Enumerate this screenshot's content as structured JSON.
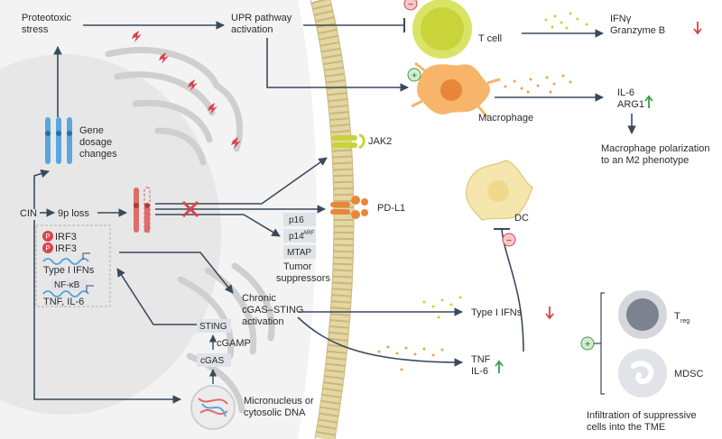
{
  "labels": {
    "proteotoxic_1": "Proteotoxic",
    "proteotoxic_2": "stress",
    "upr_1": "UPR pathway",
    "upr_2": "activation",
    "t_cell": "T cell",
    "ifng": "IFNγ",
    "granzyme": "Granzyme B",
    "il6_top": "IL-6",
    "arg1": "ARG1",
    "macrophage": "Macrophage",
    "m2_1": "Macrophage polarization",
    "m2_2": "to an M2 phenotype",
    "gene_1": "Gene",
    "gene_2": "dosage",
    "gene_3": "changes",
    "jak2": "JAK2",
    "cin": "CIN",
    "ninep": "9p loss",
    "pdl1": "PD-L1",
    "dc": "DC",
    "p16": "p16",
    "p14": "p14",
    "p14_sup": "ARF",
    "mtap": "MTAP",
    "tumor_1": "Tumor",
    "tumor_2": "suppressors",
    "irf3_a": "IRF3",
    "irf3_b": "IRF3",
    "type1_box": "Type I IFNs",
    "nfkb": "NF-κB",
    "tnf_box": "TNF, IL-6",
    "chronic_1": "Chronic",
    "chronic_2": "cGAS–STING",
    "chronic_3": "activation",
    "sting": "STING",
    "cgamp": "cGAMP",
    "cgas": "cGAS",
    "micronucleus_1": "Micronucleus or",
    "micronucleus_2": "cytosolic DNA",
    "type1_right": "Type I IFNs",
    "tnf_right": "TNF",
    "il6_right": "IL-6",
    "treg": "T",
    "treg_sub": "reg",
    "mdsc": "MDSC",
    "infiltration_1": "Infiltration of suppressive",
    "infiltration_2": "cells into the TME",
    "p_badge_1": "P",
    "p_badge_2": "P",
    "minus_tcell": "−",
    "plus_macrophage": "+",
    "minus_dc": "−",
    "plus_suppressive": "+"
  },
  "colors": {
    "arrow": "#3a4a5c",
    "tcell": "#c9d93a",
    "macrophage": "#f0a050",
    "dc": "#f3e3a6",
    "down_arrow": "#d9434b",
    "up_arrow": "#3f9b48",
    "inhibit_x": "#d9434b",
    "nucleus": "#ececec",
    "chromosome_blue": "#5aa6dd",
    "chromosome_red": "#e06b6b",
    "membrane": "#e9dcb0",
    "tumor_box": "#dfe3e8"
  }
}
